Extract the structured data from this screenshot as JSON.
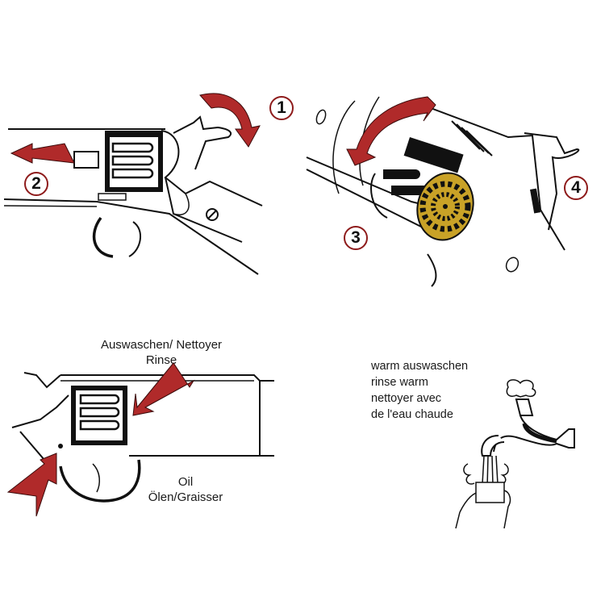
{
  "colors": {
    "arrow_red": "#b02a2a",
    "step_ring": "#8e1b1b",
    "line_art": "#111111",
    "cylinder_gold": "#c9a227",
    "background": "#ffffff"
  },
  "panels": {
    "top_left": {
      "steps": [
        {
          "number": "1",
          "description": "rotate hammer / loading lever arrow"
        },
        {
          "number": "2",
          "description": "pull arbor pin forward arrow"
        }
      ]
    },
    "top_right": {
      "steps": [
        {
          "number": "3",
          "description": "swing cylinder out arrow"
        },
        {
          "number": "4",
          "description": "hammer position"
        }
      ]
    },
    "bottom_left": {
      "rinse_label_line1": "Auswaschen/ Nettoyer",
      "rinse_label_line2": "Rinse",
      "oil_label_line1": "Oil",
      "oil_label_line2": "Ölen/Graisser"
    },
    "bottom_right": {
      "lines": [
        "warm auswaschen",
        "rinse warm",
        "nettoyer avec",
        "de l'eau chaude"
      ]
    }
  }
}
